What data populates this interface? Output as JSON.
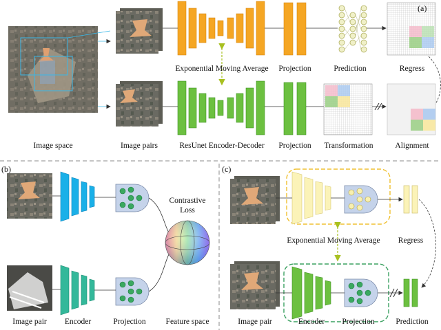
{
  "panels": {
    "a": {
      "tag": "(a)",
      "labels": {
        "image_space": "Image space",
        "image_pairs": "Image pairs",
        "ema": "Exponential Moving Average",
        "projection_top": "Projection",
        "prediction": "Prediction",
        "regress": "Regress",
        "encoder_decoder": "ResUnet Encoder-Decoder",
        "projection_bottom": "Projection",
        "transformation": "Transformation",
        "alignment": "Alignment"
      }
    },
    "b": {
      "tag": "(b)",
      "labels": {
        "loss_line1": "Contrastive",
        "loss_line2": "Loss",
        "image_pair": "Image pair",
        "encoder": "Encoder",
        "projection": "Projection",
        "feature_space": "Feature space"
      }
    },
    "c": {
      "tag": "(c)",
      "labels": {
        "ema": "Exponential Moving Average",
        "regress": "Regress",
        "image_pair": "Image pair",
        "encoder": "Encoder",
        "projection": "Projection",
        "prediction": "Prediction"
      }
    }
  },
  "colors": {
    "orange": "#f5a623",
    "green": "#6cc040",
    "cyan": "#1ab0e8",
    "teal": "#33b89a",
    "pale_yellow": "#fbf3b8",
    "node_blue": "#c5d3ea",
    "dash_yellow": "#f0c030",
    "dash_green": "#3aa060",
    "arrow_yellow_green": "#a8c020"
  }
}
